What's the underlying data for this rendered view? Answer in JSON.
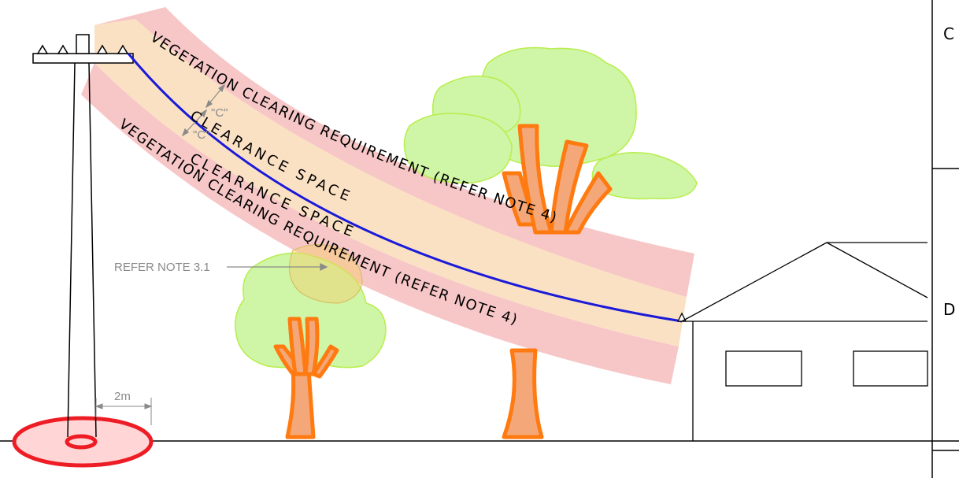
{
  "labels": {
    "vcr_upper": "VEGETATION CLEARING REQUIREMENT (REFER NOTE 4)",
    "clearance_upper": "CLEARANCE SPACE",
    "clearance_lower": "CLEARANCE SPACE",
    "vcr_lower": "VEGETATION CLEARING REQUIREMENT (REFER NOTE 4)",
    "c_dim_1": "\"C\"",
    "c_dim_2": "\"C\"",
    "refer_note": "REFER NOTE 3.1",
    "dim_2m": "2m",
    "border_c": "C",
    "border_d": "D"
  },
  "colors": {
    "vegetation_zone": "#f7c6c7",
    "clearance_zone": "#fbe1c4",
    "conductor": "#1a1ad8",
    "canopy": "#cff5a6",
    "canopy_edge": "#b8ee4c",
    "trunk": "#f4a87a",
    "trunk_edge": "#ff7a10",
    "pole_zone": "#ffd5d5",
    "pole_ring": "#ee1c24"
  }
}
